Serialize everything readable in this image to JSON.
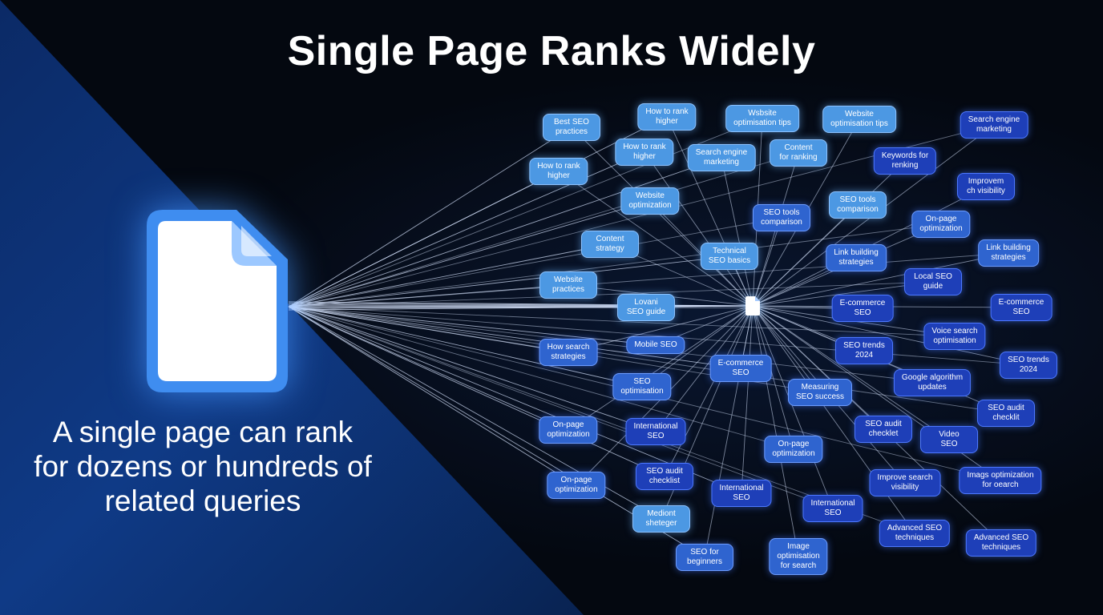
{
  "title": "Single Page Ranks Widely",
  "caption": "A single page can rank for dozens or hundreds of related queries",
  "colors": {
    "accent": "#4c98e3",
    "node": "#1e3fb8",
    "line": "#d9e6ff"
  },
  "icons": {
    "main": "document-icon",
    "hub": "document-icon"
  },
  "nodes": [
    {
      "text": "Best SEO\npractices",
      "tone": "light"
    },
    {
      "text": "How to rank\nhigher",
      "tone": "light"
    },
    {
      "text": "How to rank\nhigher",
      "tone": "light"
    },
    {
      "text": "How to rank\nhigher",
      "tone": "light"
    },
    {
      "text": "Wsbsite\noptimisation tips",
      "tone": "light"
    },
    {
      "text": "Website\noptimisation tips",
      "tone": "light"
    },
    {
      "text": "Search engine\nmarketing",
      "tone": "dark"
    },
    {
      "text": "Search engine\nmarketing",
      "tone": "light"
    },
    {
      "text": "Content\nfor ranking",
      "tone": "light"
    },
    {
      "text": "Keywords for\nrenking",
      "tone": "dark"
    },
    {
      "text": "Website\noptimization",
      "tone": "light"
    },
    {
      "text": "Improvem\nch visibility",
      "tone": "dark"
    },
    {
      "text": "SEO tools\ncomparison",
      "tone": "mid"
    },
    {
      "text": "SEO tools\ncomparison",
      "tone": "light"
    },
    {
      "text": "On-page\noptimization",
      "tone": "mid"
    },
    {
      "text": "Content\nstrategy",
      "tone": "light"
    },
    {
      "text": "Technical\nSEO basics",
      "tone": "light"
    },
    {
      "text": "Link building\nstrategies",
      "tone": "mid"
    },
    {
      "text": "Link building\nstrategies",
      "tone": "mid"
    },
    {
      "text": "Website\npractices",
      "tone": "light"
    },
    {
      "text": "Local SEO\nguide",
      "tone": "dark"
    },
    {
      "text": "Lovani\nSEO guide",
      "tone": "light"
    },
    {
      "text": "E-commerce\nSEO",
      "tone": "dark"
    },
    {
      "text": "E-commerce\nSEO",
      "tone": "dark"
    },
    {
      "text": "Voice search\noptimisation",
      "tone": "dark"
    },
    {
      "text": "How search\nstrategies",
      "tone": "mid"
    },
    {
      "text": "Mobile SEO",
      "tone": "mid"
    },
    {
      "text": "SEO trends\n2024",
      "tone": "dark"
    },
    {
      "text": "SEO trends\n2024",
      "tone": "dark"
    },
    {
      "text": "E-commerce\nSEO",
      "tone": "mid"
    },
    {
      "text": "Google algorithm\nupdates",
      "tone": "dark"
    },
    {
      "text": "SEO\noptimisation",
      "tone": "mid"
    },
    {
      "text": "Measuring\nSEO success",
      "tone": "mid"
    },
    {
      "text": "SEO audit\nchecklet",
      "tone": "dark"
    },
    {
      "text": "On-page\noptimization",
      "tone": "mid"
    },
    {
      "text": "International\nSEO",
      "tone": "dark"
    },
    {
      "text": "SEO audit\nchecklit",
      "tone": "dark"
    },
    {
      "text": "Video\nSEO",
      "tone": "dark"
    },
    {
      "text": "On-page\noptimization",
      "tone": "mid"
    },
    {
      "text": "On-page\noptimization",
      "tone": "mid"
    },
    {
      "text": "SEO audit\nchecklist",
      "tone": "dark"
    },
    {
      "text": "Improve search\nvisibility",
      "tone": "dark"
    },
    {
      "text": "Imags optimization\nfor oearch",
      "tone": "dark"
    },
    {
      "text": "International\nSEO",
      "tone": "dark"
    },
    {
      "text": "International\nSEO",
      "tone": "dark"
    },
    {
      "text": "Mediont\nsheteger",
      "tone": "light"
    },
    {
      "text": "Advanced SEO\ntechniques",
      "tone": "dark"
    },
    {
      "text": "Advanced SEO\ntechniques",
      "tone": "dark"
    },
    {
      "text": "SEO for\nbeginners",
      "tone": "mid"
    },
    {
      "text": "Image\noptimisation\nfor search",
      "tone": "mid"
    }
  ]
}
